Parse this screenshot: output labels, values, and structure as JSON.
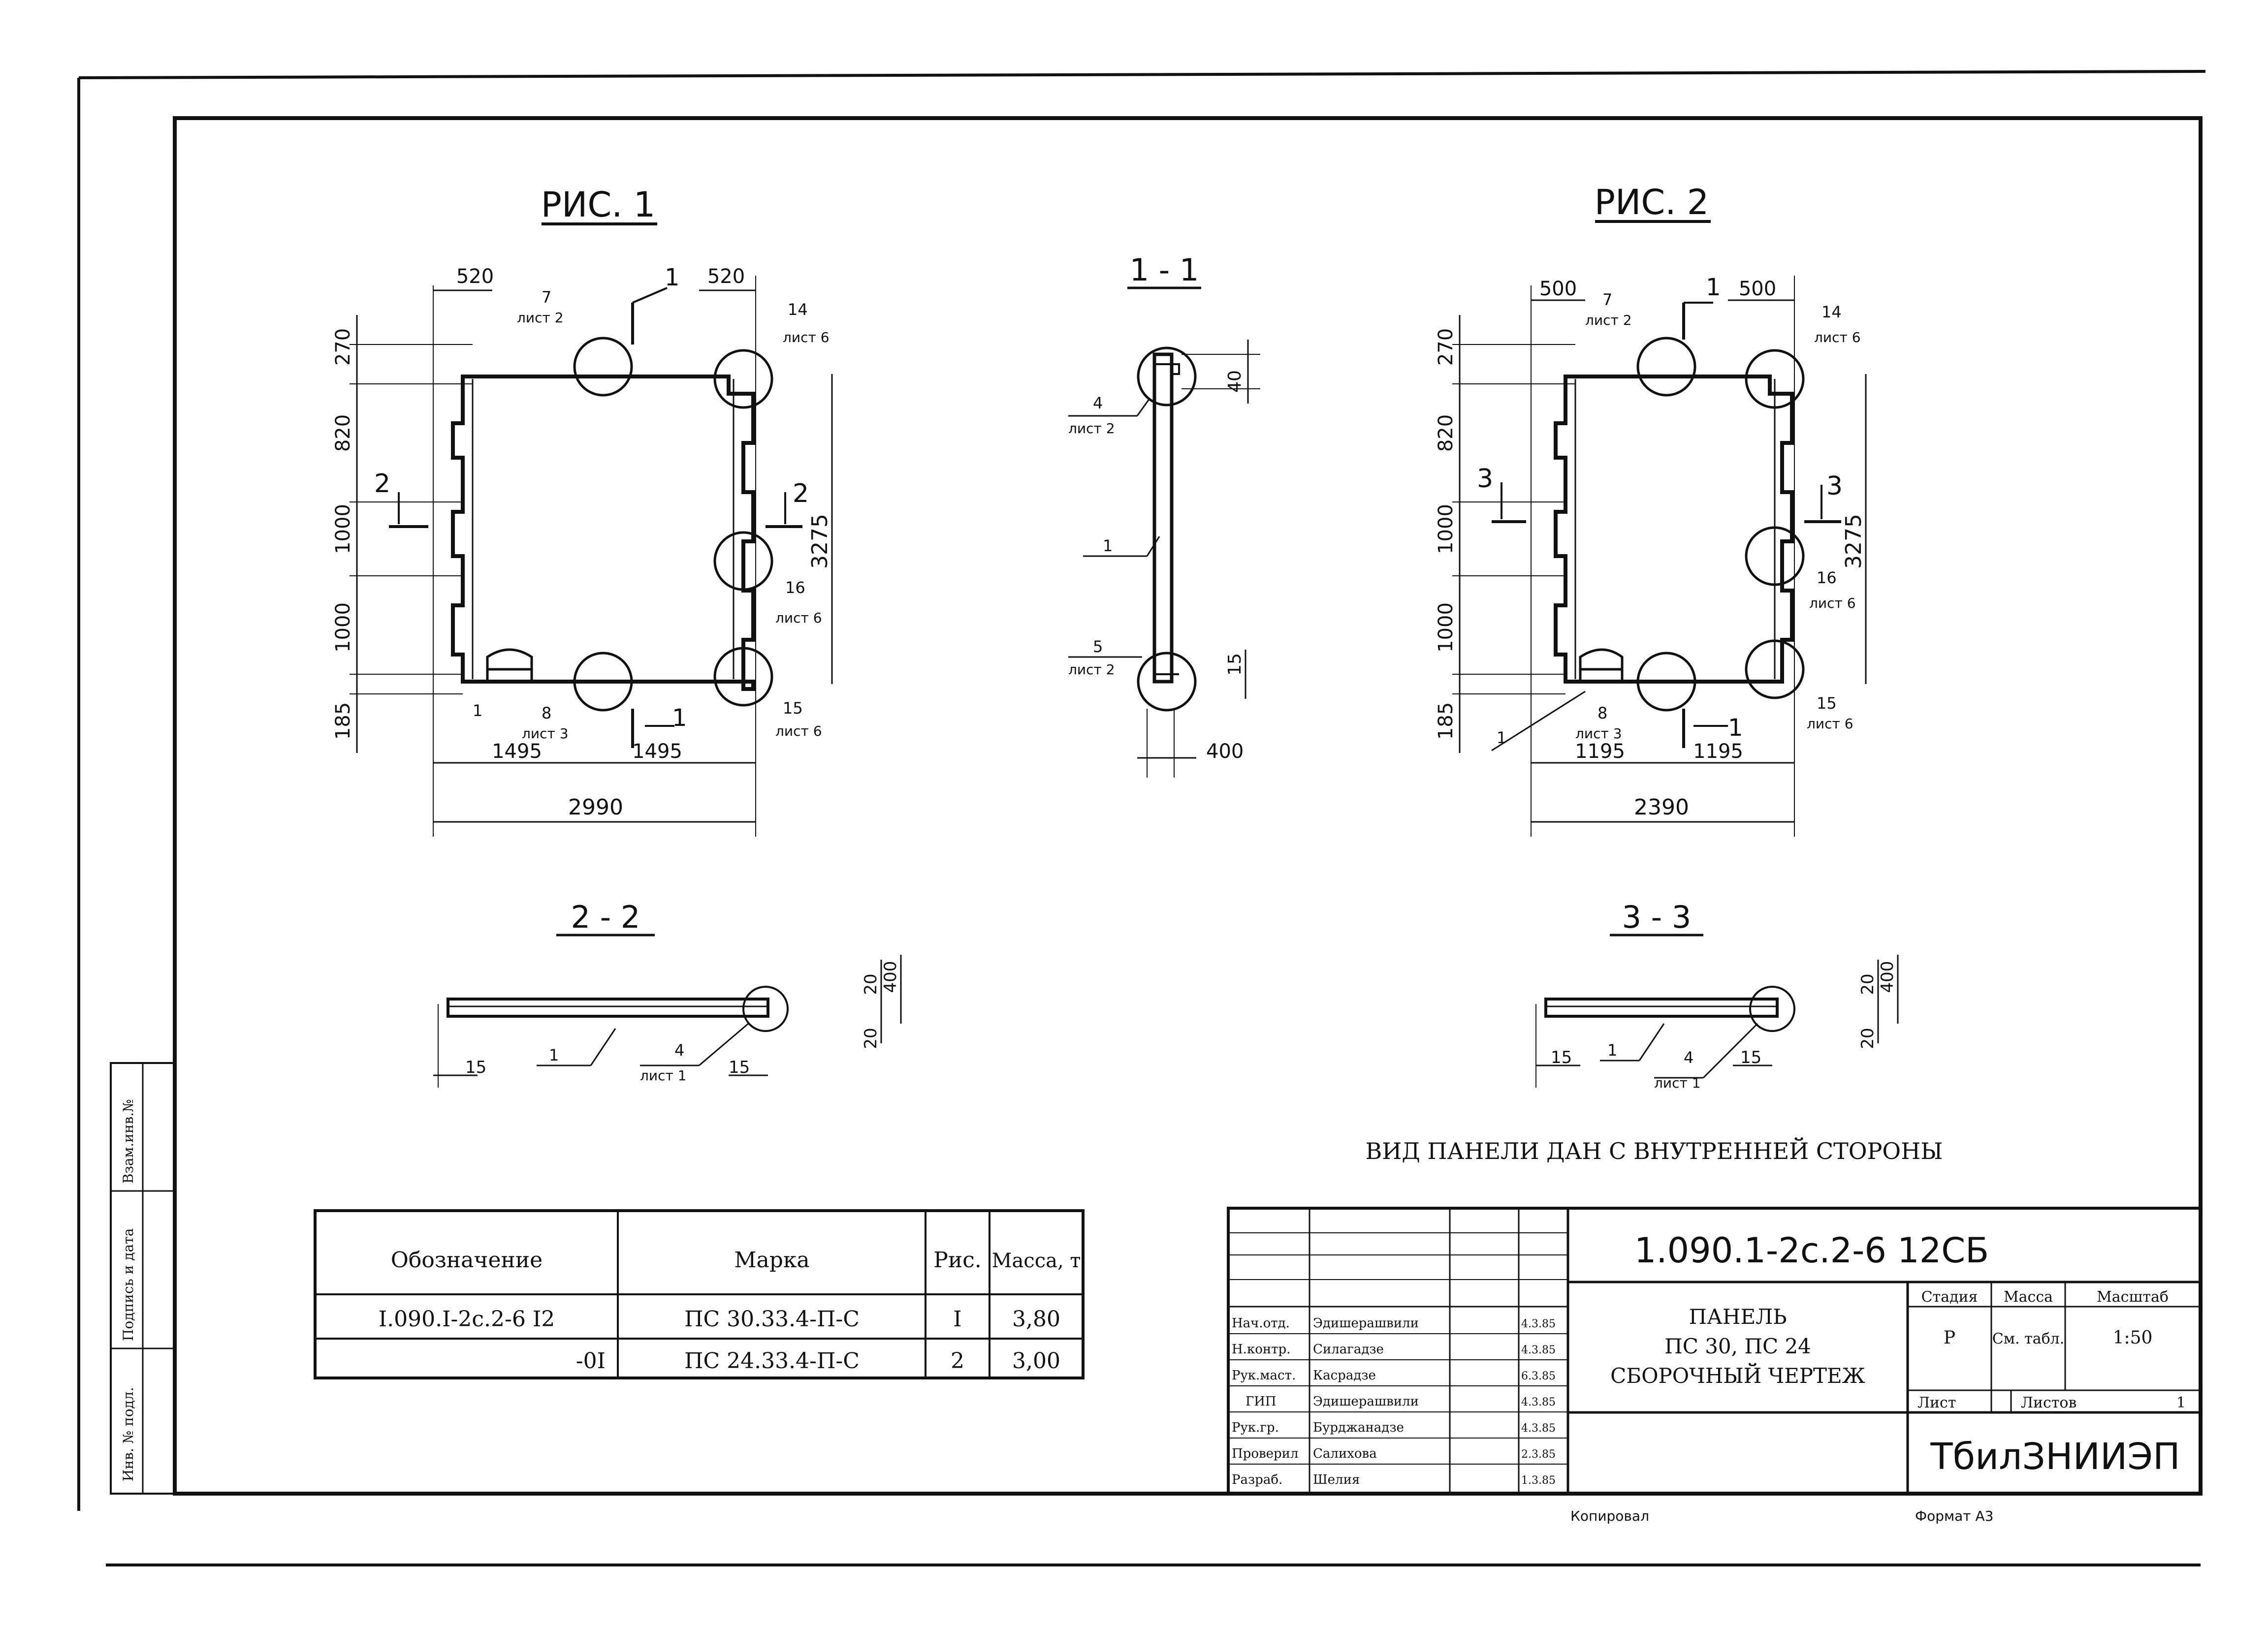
{
  "figures": {
    "fig1": "РИС. 1",
    "fig2": "РИС. 2",
    "sec11": "1 - 1",
    "sec22": "2 - 2",
    "sec33": "3 - 3"
  },
  "fig1_dims": {
    "top_left": "520",
    "top_right": "520",
    "left_270": "270",
    "left_820": "820",
    "left_1000a": "1000",
    "left_1000b": "1000",
    "left_185": "185",
    "right_3275": "3275",
    "bottom_half_l": "1495",
    "bottom_half_r": "1495",
    "bottom_total": "2990",
    "sec_2a": "2",
    "sec_2b": "2",
    "sec_1": "1",
    "sec_1b": "1"
  },
  "fig2_dims": {
    "top_left": "500",
    "top_right": "500",
    "left_270": "270",
    "left_820": "820",
    "left_1000a": "1000",
    "left_1000b": "1000",
    "left_185": "185",
    "right_3275": "3275",
    "bottom_half_l": "1195",
    "bottom_half_r": "1195",
    "bottom_total": "2390",
    "sec_3a": "3",
    "sec_3b": "3",
    "sec_1": "1",
    "sec_1b": "1"
  },
  "callouts": {
    "c7": "7",
    "c14": "14",
    "c16": "16",
    "c15": "15",
    "c8": "8",
    "c1": "1",
    "c4": "4",
    "c5": "5",
    "sheet2": "лист 2",
    "sheet3": "лист 3",
    "sheet6": "лист 6",
    "sheet1": "лист 1"
  },
  "sec_dims": {
    "d40": "40",
    "d15": "15",
    "d400": "400",
    "d20": "20"
  },
  "note": "ВИД ПАНЕЛИ ДАН С ВНУТРЕННЕЙ СТОРОНЫ",
  "spec_table": {
    "headers": [
      "Обозначение",
      "Марка",
      "Рис.",
      "Масса, т"
    ],
    "rows": [
      [
        "I.090.I-2c.2-6 I2",
        "ПС 30.33.4-П-С",
        "I",
        "3,80"
      ],
      [
        "-0I",
        "ПС 24.33.4-П-С",
        "2",
        "3,00"
      ]
    ]
  },
  "title_block": {
    "doc_code": "1.090.1-2c.2-6  12СБ",
    "title_lines": [
      "ПАНЕЛЬ",
      "ПС 30,  ПС 24",
      "СБОРОЧНЫЙ ЧЕРТЕЖ"
    ],
    "stage_header": "Стадия",
    "mass_header": "Масса",
    "scale_header": "Масштаб",
    "stage": "Р",
    "mass": "См. табл.",
    "scale": "1:50",
    "sheet_label": "Лист",
    "sheets_label": "Листов",
    "sheets_value": "1",
    "org": "ТбилЗНИИЭП",
    "staff": [
      {
        "role": "Нач.отд.",
        "name": "Эдишерашвили",
        "date": "4.3.85"
      },
      {
        "role": "Н.контр.",
        "name": "Силагадзе",
        "date": "4.3.85"
      },
      {
        "role": "Рук.маст.",
        "name": "Касрадзе",
        "date": "6.3.85"
      },
      {
        "role": "ГИП",
        "name": "Эдишерашвили",
        "date": "4.3.85"
      },
      {
        "role": "Рук.гр.",
        "name": "Бурджанадзе",
        "date": "4.3.85"
      },
      {
        "role": "Проверил",
        "name": "Салихова",
        "date": "2.3.85"
      },
      {
        "role": "Разраб.",
        "name": "Шелия",
        "date": "1.3.85"
      }
    ]
  },
  "side_stamp": [
    "Инв. № подл.",
    "Подпись и дата",
    "Взам.инв.№"
  ],
  "footer": {
    "copied": "Копировал",
    "format": "Формат А3"
  }
}
